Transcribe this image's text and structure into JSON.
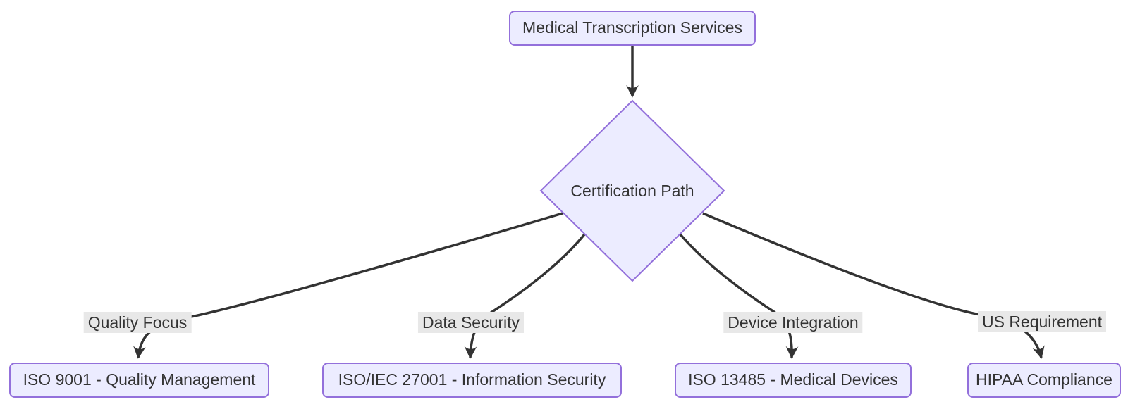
{
  "diagram": {
    "type": "flowchart",
    "direction": "top-down",
    "colors": {
      "background": "#ffffff",
      "node_fill": "#ECECFF",
      "node_border": "#9370DB",
      "edge": "#333333",
      "edge_label_bg": "#e8e8e8",
      "text": "#333333"
    },
    "nodes": {
      "root": {
        "label": "Medical Transcription Services",
        "shape": "rounded-rect"
      },
      "decision": {
        "label": "Certification Path",
        "shape": "diamond"
      },
      "quality": {
        "label": "ISO 9001 - Quality Management",
        "shape": "rounded-rect"
      },
      "security": {
        "label": "ISO/IEC 27001 - Information Security",
        "shape": "rounded-rect"
      },
      "devices": {
        "label": "ISO 13485 - Medical Devices",
        "shape": "rounded-rect"
      },
      "hipaa": {
        "label": "HIPAA Compliance",
        "shape": "rounded-rect"
      }
    },
    "edges": [
      {
        "from": "root",
        "to": "decision",
        "label": ""
      },
      {
        "from": "decision",
        "to": "quality",
        "label": "Quality Focus"
      },
      {
        "from": "decision",
        "to": "security",
        "label": "Data Security"
      },
      {
        "from": "decision",
        "to": "devices",
        "label": "Device Integration"
      },
      {
        "from": "decision",
        "to": "hipaa",
        "label": "US Requirement"
      }
    ]
  }
}
